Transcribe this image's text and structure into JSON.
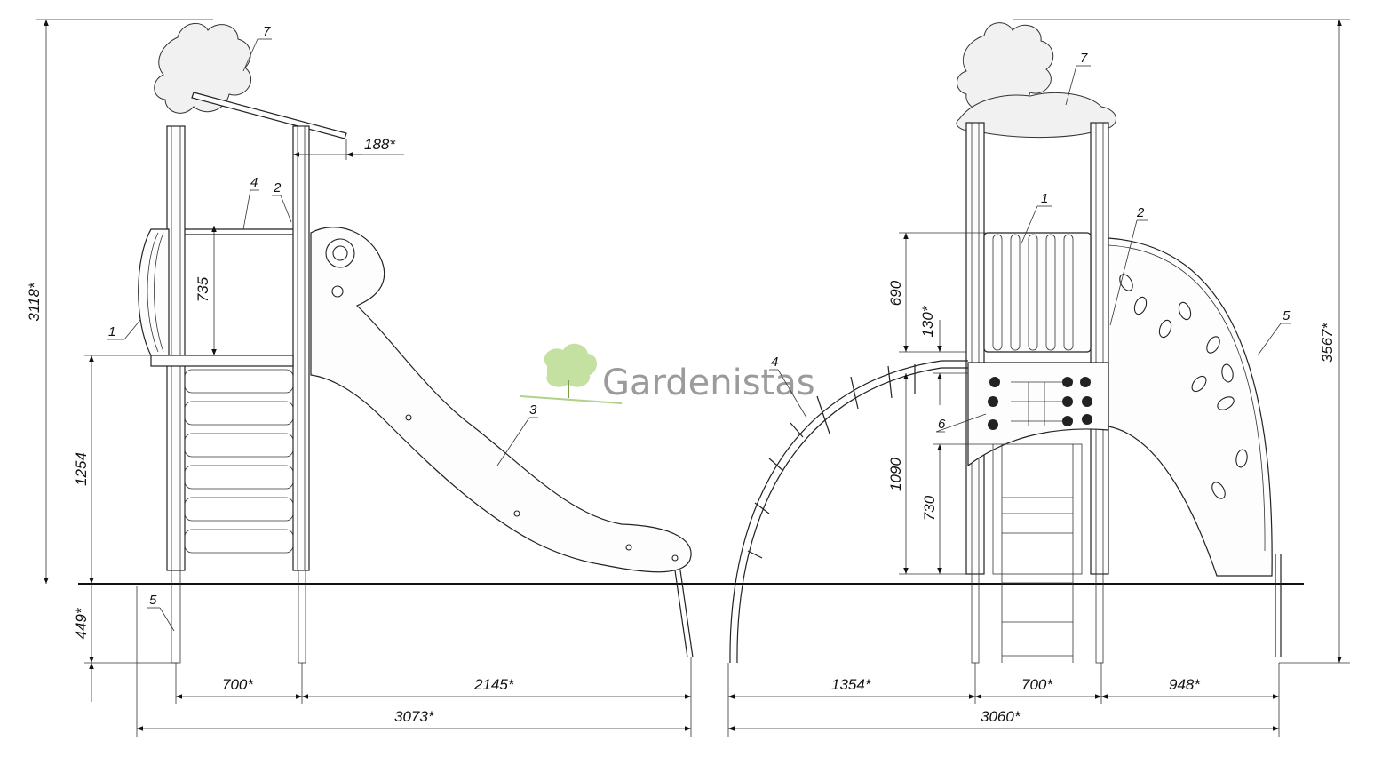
{
  "watermark": {
    "text": "Gardenistas"
  },
  "dimensions": {
    "left_total_height": "3118*",
    "left_roof_offset": "188*",
    "left_handrail_height": "735",
    "left_platform_height": "1254",
    "left_post_depth": "449*",
    "left_width_post": "700*",
    "left_width_slide": "2145*",
    "left_width_total": "3073*",
    "right_total_height": "3567*",
    "right_panel_height": "690",
    "right_gap": "130*",
    "right_platform_height": "1090",
    "right_step_height": "730",
    "right_width_climber": "1354*",
    "right_width_post": "700*",
    "right_width_wall": "948*",
    "right_width_total": "3060*"
  },
  "callouts": {
    "left": [
      "7",
      "4",
      "2",
      "1",
      "3",
      "5"
    ],
    "right": [
      "7",
      "1",
      "2",
      "5",
      "4",
      "6"
    ]
  }
}
